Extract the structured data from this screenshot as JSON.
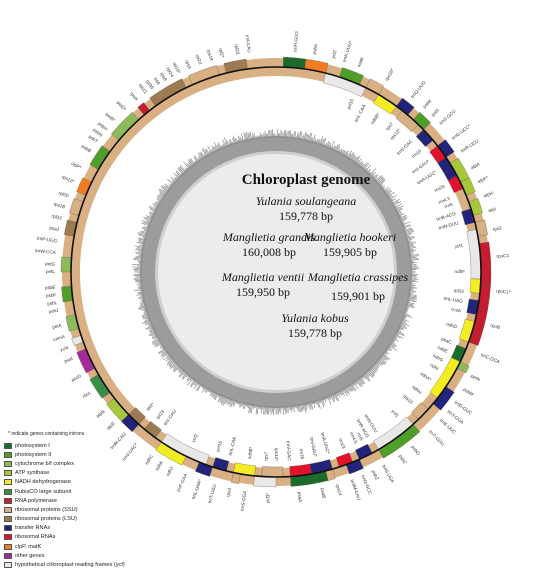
{
  "genome": {
    "title": "Chloroplast genome",
    "species": [
      {
        "name": "Yulania soulangeana",
        "size": "159,778 bp"
      },
      {
        "name": "Manglietia grandis",
        "size": "160,008 bp"
      },
      {
        "name": "Manglietia hookeri",
        "size": "159,905 bp"
      },
      {
        "name": "Manglietia ventii",
        "size": "159,950 bp"
      },
      {
        "name": "Manglietia crassipes",
        "size": "159,901 bp"
      },
      {
        "name": "Yulania kobus",
        "size": "159,778 bp"
      }
    ]
  },
  "legend": {
    "note": "* indicate genes containing introns",
    "items": [
      {
        "label": "photosystem I",
        "color": "#1a6b2c"
      },
      {
        "label": "photosystem II",
        "color": "#4f9e2a"
      },
      {
        "label": "cytochrome b/f complex",
        "color": "#8dbb5a"
      },
      {
        "label": "ATP synthase",
        "color": "#a7c83c"
      },
      {
        "label": "NADH dehydrogenase",
        "color": "#f3ec22"
      },
      {
        "label": "RubisCO large subunit",
        "color": "#3a8f48"
      },
      {
        "label": "RNA polymerase",
        "color": "#c41d2f"
      },
      {
        "label": "ribosomal proteins (SSU)",
        "color": "#d8b084"
      },
      {
        "label": "ribosomal proteins (LSU)",
        "color": "#9c7b52"
      },
      {
        "label": "transfer RNAs",
        "color": "#22247a"
      },
      {
        "label": "ribosomal RNAs",
        "color": "#e3122c"
      },
      {
        "label": "clpP, matK",
        "color": "#f07d23"
      },
      {
        "label": "other genes",
        "color": "#a32c9a"
      },
      {
        "label": "hypothetical chloroplast reading frames (ycf)",
        "color": "#e8e8e8"
      }
    ]
  },
  "genes": [
    {
      "label": "trnH-GUG",
      "angle": 5
    },
    {
      "label": "psbA",
      "angle": 10
    },
    {
      "label": "trnK-UUU*",
      "angle": 18
    },
    {
      "label": "matK",
      "angle": 22
    },
    {
      "label": "rps16*",
      "angle": 30
    },
    {
      "label": "trnQ-UUG",
      "angle": 38
    },
    {
      "label": "psbK",
      "angle": 42
    },
    {
      "label": "psbI",
      "angle": 45
    },
    {
      "label": "trnS-GCU",
      "angle": 48
    },
    {
      "label": "trnG-UCC*",
      "angle": 53
    },
    {
      "label": "trnR-UCU",
      "angle": 57
    },
    {
      "label": "atpA",
      "angle": 62
    },
    {
      "label": "atpF*",
      "angle": 66
    },
    {
      "label": "atpH",
      "angle": 70
    },
    {
      "label": "atpI",
      "angle": 74
    },
    {
      "label": "rps2",
      "angle": 79
    },
    {
      "label": "rpoC2",
      "angle": 86
    },
    {
      "label": "rpoC1*",
      "angle": 95
    },
    {
      "label": "rpoB",
      "angle": 104
    },
    {
      "label": "trnC-GCA",
      "angle": 112
    },
    {
      "label": "petN",
      "angle": 118
    },
    {
      "label": "psbM",
      "angle": 122
    },
    {
      "label": "trnD-GUC",
      "angle": 126
    },
    {
      "label": "trnY-GUA",
      "angle": 129
    },
    {
      "label": "trnE-UUC",
      "angle": 132
    },
    {
      "label": "trnT-GGU",
      "angle": 136
    },
    {
      "label": "psbD",
      "angle": 142
    },
    {
      "label": "psbC",
      "angle": 146
    },
    {
      "label": "trnS-UGA",
      "angle": 151
    },
    {
      "label": "psbZ",
      "angle": 154
    },
    {
      "label": "trnG-GCC",
      "angle": 157
    },
    {
      "label": "trnfM-CAU",
      "angle": 160
    },
    {
      "label": "rps14",
      "angle": 164
    },
    {
      "label": "psaB",
      "angle": 168
    },
    {
      "label": "psaA",
      "angle": 174
    },
    {
      "label": "ycf3*",
      "angle": 182
    },
    {
      "label": "trnS-GGA",
      "angle": 188
    },
    {
      "label": "rps4",
      "angle": 192
    },
    {
      "label": "trnT-UGU",
      "angle": 196
    },
    {
      "label": "trnL-UAA*",
      "angle": 200
    },
    {
      "label": "trnF-GAA",
      "angle": 204
    },
    {
      "label": "ndhJ",
      "angle": 208
    },
    {
      "label": "ndhK",
      "angle": 211
    },
    {
      "label": "ndhC",
      "angle": 214
    },
    {
      "label": "trnV-UAC*",
      "angle": 219
    },
    {
      "label": "trnM-CAU",
      "angle": 223
    },
    {
      "label": "atpE",
      "angle": 227
    },
    {
      "label": "atpB",
      "angle": 231
    },
    {
      "label": "rbcL",
      "angle": 237
    },
    {
      "label": "accD",
      "angle": 242
    },
    {
      "label": "psaI",
      "angle": 247
    },
    {
      "label": "ycf4",
      "angle": 250
    },
    {
      "label": "cemA",
      "angle": 253
    },
    {
      "label": "petA",
      "angle": 256
    },
    {
      "label": "psbJ",
      "angle": 260
    },
    {
      "label": "psbL",
      "angle": 262
    },
    {
      "label": "psbF",
      "angle": 264
    },
    {
      "label": "psbE",
      "angle": 266
    },
    {
      "label": "petL",
      "angle": 270
    },
    {
      "label": "petG",
      "angle": 272
    },
    {
      "label": "trnW-CCA",
      "angle": 275
    },
    {
      "label": "trnP-UGG",
      "angle": 278
    },
    {
      "label": "psaJ",
      "angle": 281
    },
    {
      "label": "rpl33",
      "angle": 284
    },
    {
      "label": "rps18",
      "angle": 287
    },
    {
      "label": "rpl20",
      "angle": 290
    },
    {
      "label": "rps12*",
      "angle": 294
    },
    {
      "label": "clpP*",
      "angle": 298
    },
    {
      "label": "psbB",
      "angle": 303
    },
    {
      "label": "psbT",
      "angle": 306
    },
    {
      "label": "psbN",
      "angle": 308
    },
    {
      "label": "psbH",
      "angle": 310
    },
    {
      "label": "petB*",
      "angle": 313
    },
    {
      "label": "petD*",
      "angle": 317
    },
    {
      "label": "rpoA",
      "angle": 321
    },
    {
      "label": "rps11",
      "angle": 324
    },
    {
      "label": "rpl36",
      "angle": 326
    },
    {
      "label": "infA",
      "angle": 328
    },
    {
      "label": "rps8",
      "angle": 330
    },
    {
      "label": "rpl14",
      "angle": 332
    },
    {
      "label": "rpl16*",
      "angle": 334
    },
    {
      "label": "rps3",
      "angle": 337
    },
    {
      "label": "rpl22",
      "angle": 340
    },
    {
      "label": "rps19",
      "angle": 343
    },
    {
      "label": "rpl2*",
      "angle": 346
    },
    {
      "label": "rpl23",
      "angle": 350
    },
    {
      "label": "trnI-CAU",
      "angle": 353
    },
    {
      "label": "ycf2",
      "angle": 15
    },
    {
      "label": "ycf15",
      "angle": 24
    },
    {
      "label": "trnL-CAA",
      "angle": 28
    },
    {
      "label": "ndhB*",
      "angle": 33
    },
    {
      "label": "rps7",
      "angle": 38
    },
    {
      "label": "rps12*",
      "angle": 41
    },
    {
      "label": "trnV-GAC",
      "angle": 46
    },
    {
      "label": "rrn16",
      "angle": 50
    },
    {
      "label": "trnI-GAU*",
      "angle": 54
    },
    {
      "label": "trnA-UGC*",
      "angle": 58
    },
    {
      "label": "rrn23",
      "angle": 63
    },
    {
      "label": "rrn4.5",
      "angle": 67
    },
    {
      "label": "rrn5",
      "angle": 69
    },
    {
      "label": "trnR-ACG",
      "angle": 72
    },
    {
      "label": "trnN-GUU",
      "angle": 75
    },
    {
      "label": "ycf1",
      "angle": 82
    },
    {
      "label": "ndhF",
      "angle": 90
    },
    {
      "label": "rpl32",
      "angle": 96
    },
    {
      "label": "trnL-UAG",
      "angle": 99
    },
    {
      "label": "ccsA",
      "angle": 102
    },
    {
      "label": "ndhD",
      "angle": 107
    },
    {
      "label": "psaC",
      "angle": 112
    },
    {
      "label": "ndhE",
      "angle": 115
    },
    {
      "label": "ndhG",
      "angle": 118
    },
    {
      "label": "ndhI",
      "angle": 121
    },
    {
      "label": "ndhA*",
      "angle": 125
    },
    {
      "label": "ndhH",
      "angle": 130
    },
    {
      "label": "rps15",
      "angle": 134
    },
    {
      "label": "ycf1",
      "angle": 140
    },
    {
      "label": "trnN-GUU",
      "angle": 148
    },
    {
      "label": "trnR-ACG",
      "angle": 151
    },
    {
      "label": "rrn5",
      "angle": 153
    },
    {
      "label": "rrn4.5",
      "angle": 155
    },
    {
      "label": "rrn23",
      "angle": 159
    },
    {
      "label": "trnA-UGC*",
      "angle": 164
    },
    {
      "label": "trnI-GAU*",
      "angle": 168
    },
    {
      "label": "rrn16",
      "angle": 172
    },
    {
      "label": "trnV-GAC",
      "angle": 176
    },
    {
      "label": "rps12*",
      "angle": 180
    },
    {
      "label": "rps7",
      "angle": 183
    },
    {
      "label": "ndhB*",
      "angle": 188
    },
    {
      "label": "trnL-CAA",
      "angle": 194
    },
    {
      "label": "ycf15",
      "angle": 198
    },
    {
      "label": "ycf2",
      "angle": 206
    },
    {
      "label": "trnI-CAU",
      "angle": 216
    },
    {
      "label": "rpl23",
      "angle": 219
    },
    {
      "label": "rpl2*",
      "angle": 223
    }
  ]
}
